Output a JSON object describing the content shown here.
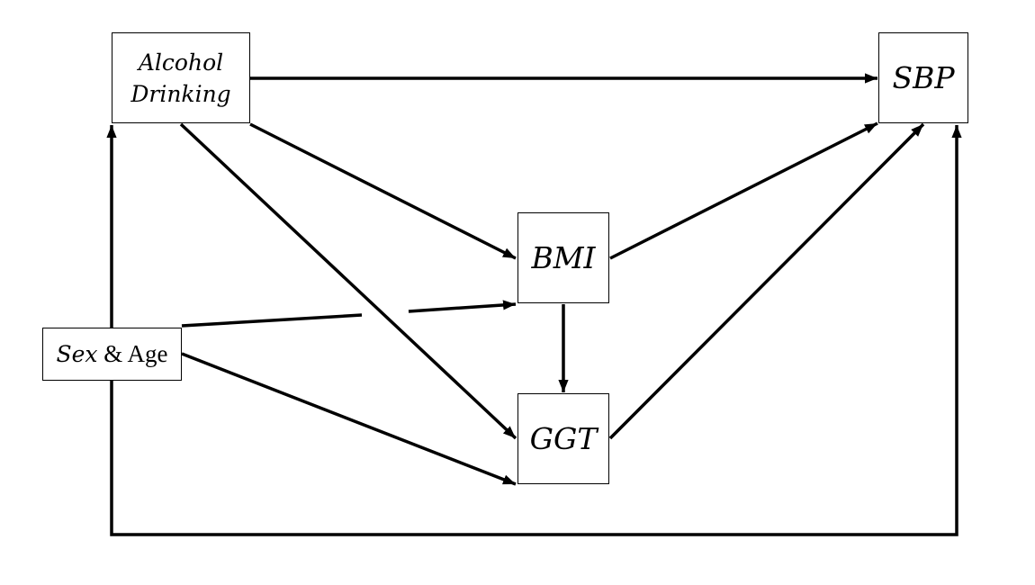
{
  "nodes": {
    "alcohol": {
      "line1": "Alcohol",
      "line2": "Drinking"
    },
    "sbp": {
      "label": "SBP"
    },
    "bmi": {
      "label": "BMI"
    },
    "ggt": {
      "label": "GGT"
    },
    "sex_age": {
      "sex": "Sex",
      "and_age": " & Age"
    }
  },
  "edges": [
    {
      "from": "Alcohol Drinking",
      "to": "SBP"
    },
    {
      "from": "Alcohol Drinking",
      "to": "BMI"
    },
    {
      "from": "Alcohol Drinking",
      "to": "GGT"
    },
    {
      "from": "BMI",
      "to": "SBP"
    },
    {
      "from": "BMI",
      "to": "GGT"
    },
    {
      "from": "GGT",
      "to": "SBP"
    },
    {
      "from": "Sex & Age",
      "to": "BMI"
    },
    {
      "from": "Sex & Age",
      "to": "GGT"
    },
    {
      "from": "Sex & Age",
      "to": "Alcohol Drinking"
    },
    {
      "from": "Sex & Age",
      "to": "SBP"
    }
  ]
}
